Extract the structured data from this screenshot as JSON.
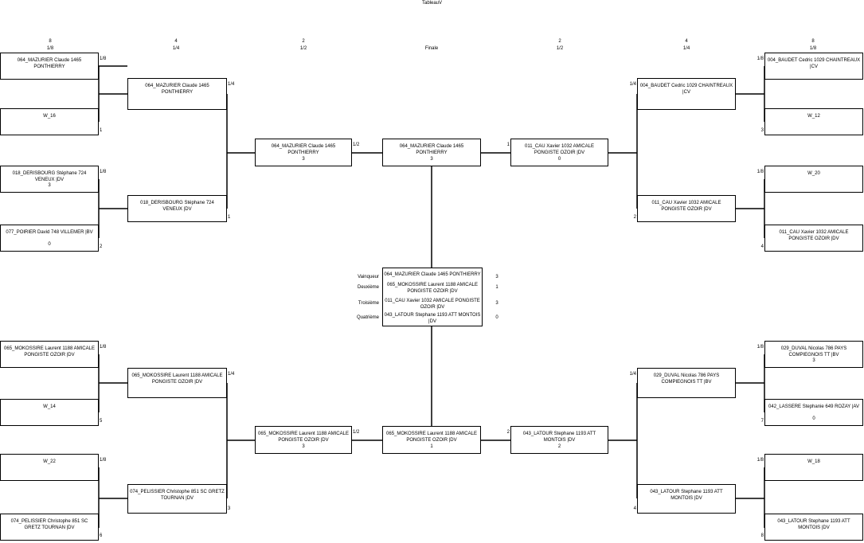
{
  "title": "TableauV",
  "columns": [
    {
      "count": "8",
      "round": "1/8"
    },
    {
      "count": "4",
      "round": "1/4"
    },
    {
      "count": "2",
      "round": "1/2"
    },
    {
      "count": "",
      "round": "Finale"
    },
    {
      "count": "2",
      "round": "1/2"
    },
    {
      "count": "4",
      "round": "1/4"
    },
    {
      "count": "8",
      "round": "1/8"
    }
  ],
  "boxes": {
    "l8a": {
      "name": "064_MAZURIER Claude 1465 PONTHIERRY",
      "score": "",
      "tag": "1/8",
      "seed": ""
    },
    "l8b": {
      "name": "W_16",
      "score": "",
      "tag": "",
      "seed": "1"
    },
    "l8c": {
      "name": "018_DERISBOURG Stéphane 724 VENEUX |DV",
      "score": "3",
      "tag": "1/8",
      "seed": ""
    },
    "l8d": {
      "name": "077_POIRIER David 748 VILLEMER |BV",
      "score": "0",
      "tag": "",
      "seed": "2"
    },
    "l8e": {
      "name": "065_MOKOSSIRE Laurent 1188 AMICALE PONGISTE OZOIR |DV",
      "score": "",
      "tag": "1/8",
      "seed": ""
    },
    "l8f": {
      "name": "W_14",
      "score": "",
      "tag": "",
      "seed": "5"
    },
    "l8g": {
      "name": "W_22",
      "score": "",
      "tag": "1/8",
      "seed": ""
    },
    "l8h": {
      "name": "074_PELISSIER Christophe 851 SC GRETZ TOURNAN |DV",
      "score": "",
      "tag": "",
      "seed": "6"
    },
    "l4a": {
      "name": "064_MAZURIER Claude 1465 PONTHIERRY",
      "score": "",
      "tag": "1/4",
      "seed": ""
    },
    "l4b": {
      "name": "018_DERISBOURG Stéphane 724 VENEUX |DV",
      "score": "",
      "tag": "",
      "seed": "1"
    },
    "l4c": {
      "name": "065_MOKOSSIRE Laurent 1188 AMICALE PONGISTE OZOIR |DV",
      "score": "",
      "tag": "1/4",
      "seed": ""
    },
    "l4d": {
      "name": "074_PELISSIER Christophe 851 SC GRETZ TOURNAN |DV",
      "score": "",
      "tag": "",
      "seed": "3"
    },
    "l2a": {
      "name": "064_MAZURIER Claude 1465 PONTHIERRY",
      "score": "3",
      "tag": "1/2",
      "seed": ""
    },
    "l2b": {
      "name": "065_MOKOSSIRE Laurent 1188 AMICALE PONGISTE OZOIR |DV",
      "score": "3",
      "tag": "1/2",
      "seed": ""
    },
    "fa": {
      "name": "064_MAZURIER Claude 1465 PONTHIERRY",
      "score": "3",
      "tag": "",
      "seed": ""
    },
    "fb": {
      "name": "065_MOKOSSIRE Laurent 1188 AMICALE PONGISTE OZOIR |DV",
      "score": "1",
      "tag": "",
      "seed": ""
    },
    "r2a": {
      "name": "011_CAU Xavier 1032 AMICALE PONGISTE OZOIR |DV",
      "score": "0",
      "tag": "1",
      "seed": ""
    },
    "r2b": {
      "name": "043_LATOUR Stephane 1193 ATT MONTOIS |DV",
      "score": "2",
      "tag": "2",
      "seed": ""
    },
    "r4a": {
      "name": "004_BAUDET Cedric 1029 CHAINTREAUX |CV",
      "score": "",
      "tag": "1/4",
      "seed": ""
    },
    "r4b": {
      "name": "011_CAU Xavier 1032 AMICALE PONGISTE OZOIR |DV",
      "score": "",
      "tag": "",
      "seed": "2"
    },
    "r4c": {
      "name": "029_DUVAL Nicolas 786 PAYS COMPIEGNOIS TT |BV",
      "score": "",
      "tag": "1/4",
      "seed": ""
    },
    "r4d": {
      "name": "043_LATOUR Stephane 1193 ATT MONTOIS |DV",
      "score": "",
      "tag": "",
      "seed": "4"
    },
    "r8a": {
      "name": "004_BAUDET Cedric 1029 CHAINTREAUX |CV",
      "score": "",
      "tag": "1/8",
      "seed": ""
    },
    "r8b": {
      "name": "W_12",
      "score": "",
      "tag": "",
      "seed": "3"
    },
    "r8c": {
      "name": "W_20",
      "score": "",
      "tag": "1/8",
      "seed": ""
    },
    "r8d": {
      "name": "011_CAU Xavier 1032 AMICALE PONGISTE OZOIR |DV",
      "score": "",
      "tag": "",
      "seed": "4"
    },
    "r8e": {
      "name": "029_DUVAL Nicolas 786 PAYS COMPIEGNOIS TT |BV",
      "score": "3",
      "tag": "1/8",
      "seed": ""
    },
    "r8f": {
      "name": "042_LASSERE Stephanie 649 ROZAY |AV",
      "score": "0",
      "tag": "",
      "seed": "7"
    },
    "r8g": {
      "name": "W_18",
      "score": "",
      "tag": "1/8",
      "seed": ""
    },
    "r8h": {
      "name": "043_LATOUR Stephane 1193 ATT MONTOIS |DV",
      "score": "",
      "tag": "",
      "seed": "8"
    }
  },
  "ranking": [
    {
      "label": "Vainqueur",
      "name": "064_MAZURIER Claude 1465 PONTHIERRY",
      "score": "3"
    },
    {
      "label": "Deuxième",
      "name": "065_MOKOSSIRE Laurent 1188 AMICALE PONGISTE OZOIR |DV",
      "score": "1"
    },
    {
      "label": "Troisième",
      "name": "011_CAU Xavier 1032 AMICALE PONGISTE OZOIR |DV",
      "score": "3"
    },
    {
      "label": "Quatrième",
      "name": "043_LATOUR Stephane 1193 ATT MONTOIS |DV",
      "score": "0"
    }
  ]
}
